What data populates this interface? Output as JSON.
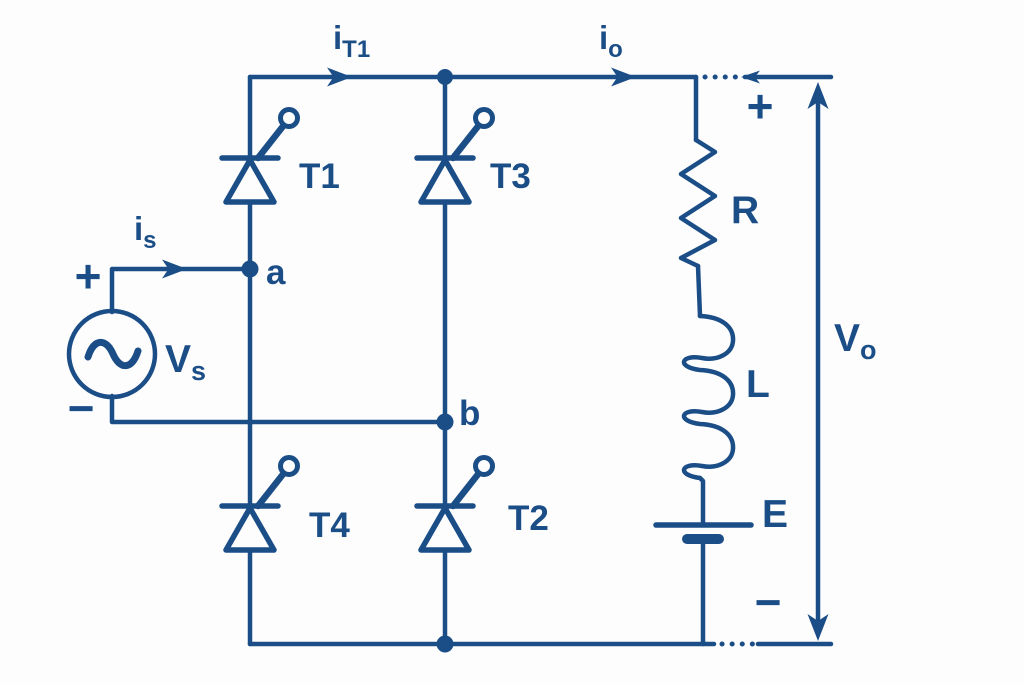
{
  "labels": {
    "currents": {
      "source": {
        "base": "i",
        "sub": "s"
      },
      "thyristor1": {
        "base": "i",
        "sub": "T1"
      },
      "output": {
        "base": "i",
        "sub": "o"
      }
    },
    "voltages": {
      "source": {
        "base": "V",
        "sub": "s"
      },
      "output": {
        "base": "V",
        "sub": "o"
      }
    },
    "thyristors": {
      "t1": "T1",
      "t2": "T2",
      "t3": "T3",
      "t4": "T4"
    },
    "nodes": {
      "a": "a",
      "b": "b"
    },
    "load": {
      "resistor": "R",
      "inductor": "L",
      "battery": "E"
    },
    "polarity": {
      "source_plus": "+",
      "source_minus": "−",
      "output_plus": "+",
      "output_minus": "−"
    }
  },
  "colors": {
    "line": "#1b4e87",
    "background": "#fdfdfe"
  }
}
